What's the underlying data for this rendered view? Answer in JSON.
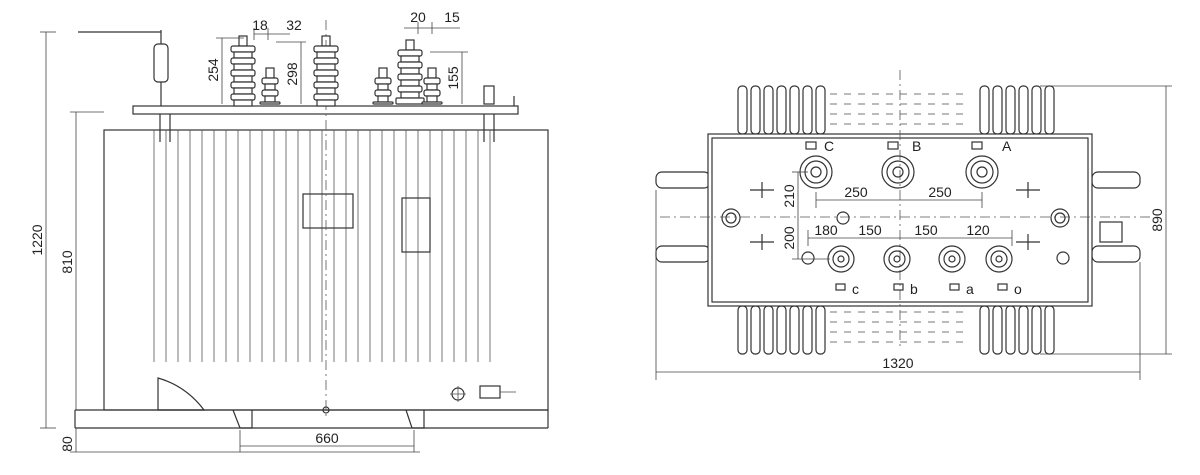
{
  "front_view": {
    "dimensions": {
      "total_height": "1220",
      "body_height": "810",
      "base_height": "80",
      "wheel_spacing": "660",
      "hv_bushing_height": "254",
      "lv_bushing_height": "298",
      "bushing_top_18": "18",
      "bushing_top_32": "32",
      "bushing_top_20": "20",
      "bushing_top_15": "15",
      "lv_155": "155"
    }
  },
  "top_view": {
    "dimensions": {
      "overall_length": "1320",
      "overall_width": "890",
      "hv_spacing_1": "250",
      "hv_spacing_2": "250",
      "lv_spacing_1": "180",
      "lv_spacing_2": "150",
      "lv_spacing_3": "150",
      "lv_spacing_4": "120",
      "hv_offset": "210",
      "lv_offset": "200"
    },
    "terminal_labels": {
      "hv_c": "C",
      "hv_b": "B",
      "hv_a": "A",
      "lv_c": "c",
      "lv_b": "b",
      "lv_a": "a",
      "lv_o": "o"
    }
  },
  "colors": {
    "line": "#333333",
    "background": "#ffffff"
  }
}
